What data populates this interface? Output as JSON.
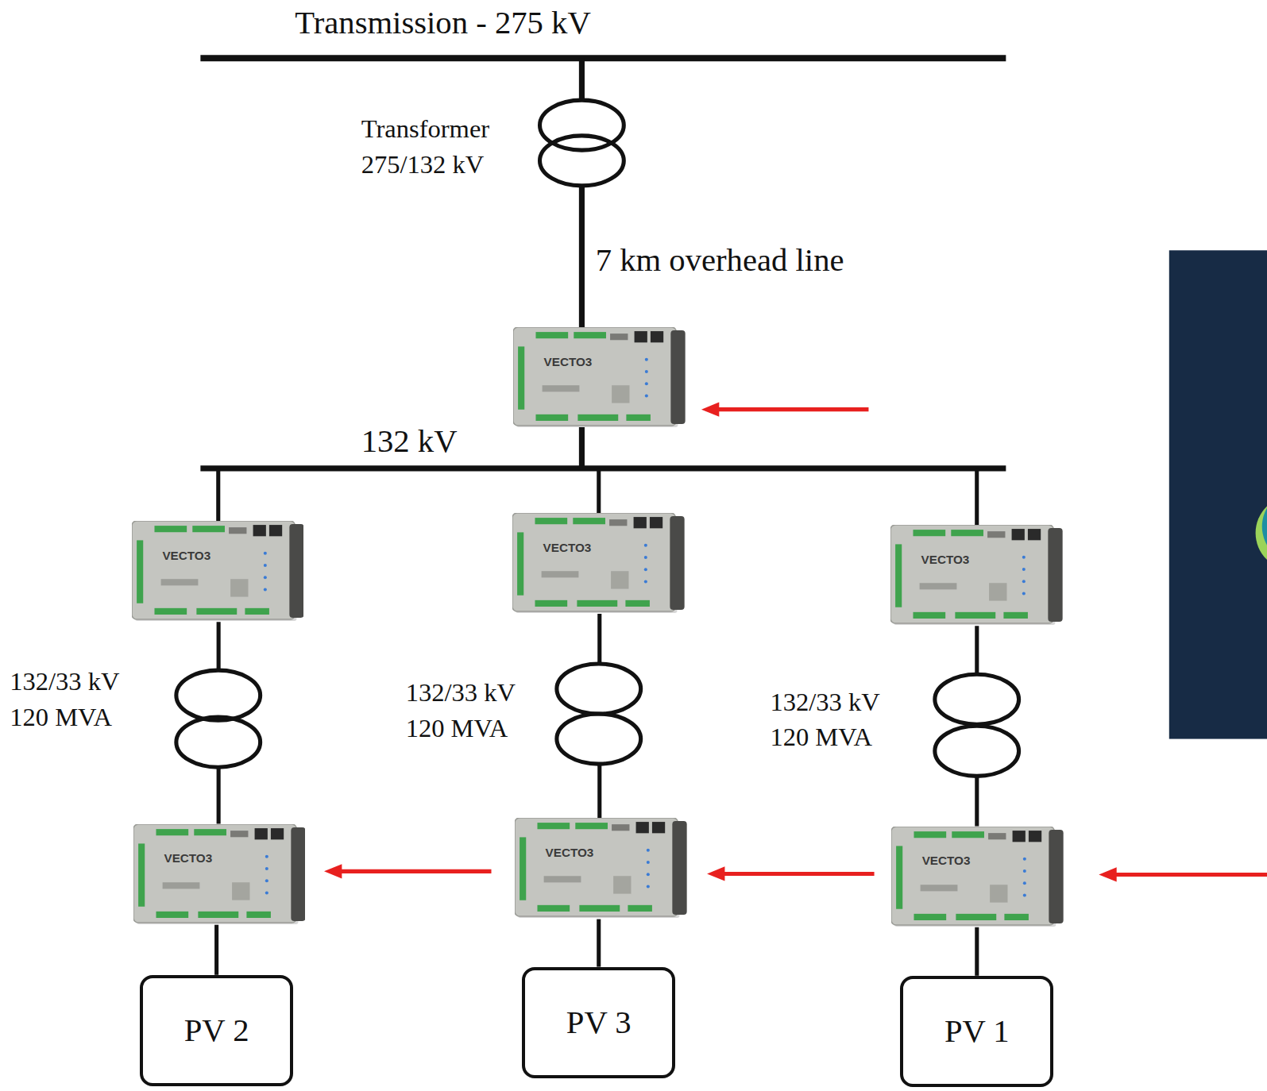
{
  "diagram": {
    "nodes": [
      {
        "text": [
          "VECTO3"
        ]
      },
      {
        "text": [
          "VECTO3"
        ]
      },
      {
        "text": [
          "VECTO3"
        ]
      },
      {
        "text": [
          "VECTO3"
        ]
      },
      {
        "text": [
          "VECTO3"
        ]
      },
      {
        "text": [
          "VECTO3"
        ]
      },
      {
        "text": [
          "VECTO3"
        ]
      },
      {
        "text": [
          "PV 2"
        ]
      },
      {
        "text": [
          "PV 3"
        ]
      },
      {
        "text": [
          "PV 1"
        ]
      }
    ],
    "edges": [
      {
        "from": 1,
        "to": 4,
        "arrow": "none"
      },
      {
        "from": 2,
        "to": 5,
        "arrow": "none"
      },
      {
        "from": 3,
        "to": 6,
        "arrow": "none"
      },
      {
        "from": 4,
        "to": 7,
        "arrow": "none"
      },
      {
        "from": 5,
        "to": 8,
        "arrow": "none"
      },
      {
        "from": 6,
        "to": 9,
        "arrow": "none"
      }
    ],
    "labels": [
      "Transmission - 275 kV",
      "Transformer 275/132 kV",
      "7 km overhead line",
      "132 kV",
      "132/33 kV 120 MVA",
      "132/33 kV 120 MVA",
      "132/33 kV 120 MVA"
    ]
  }
}
